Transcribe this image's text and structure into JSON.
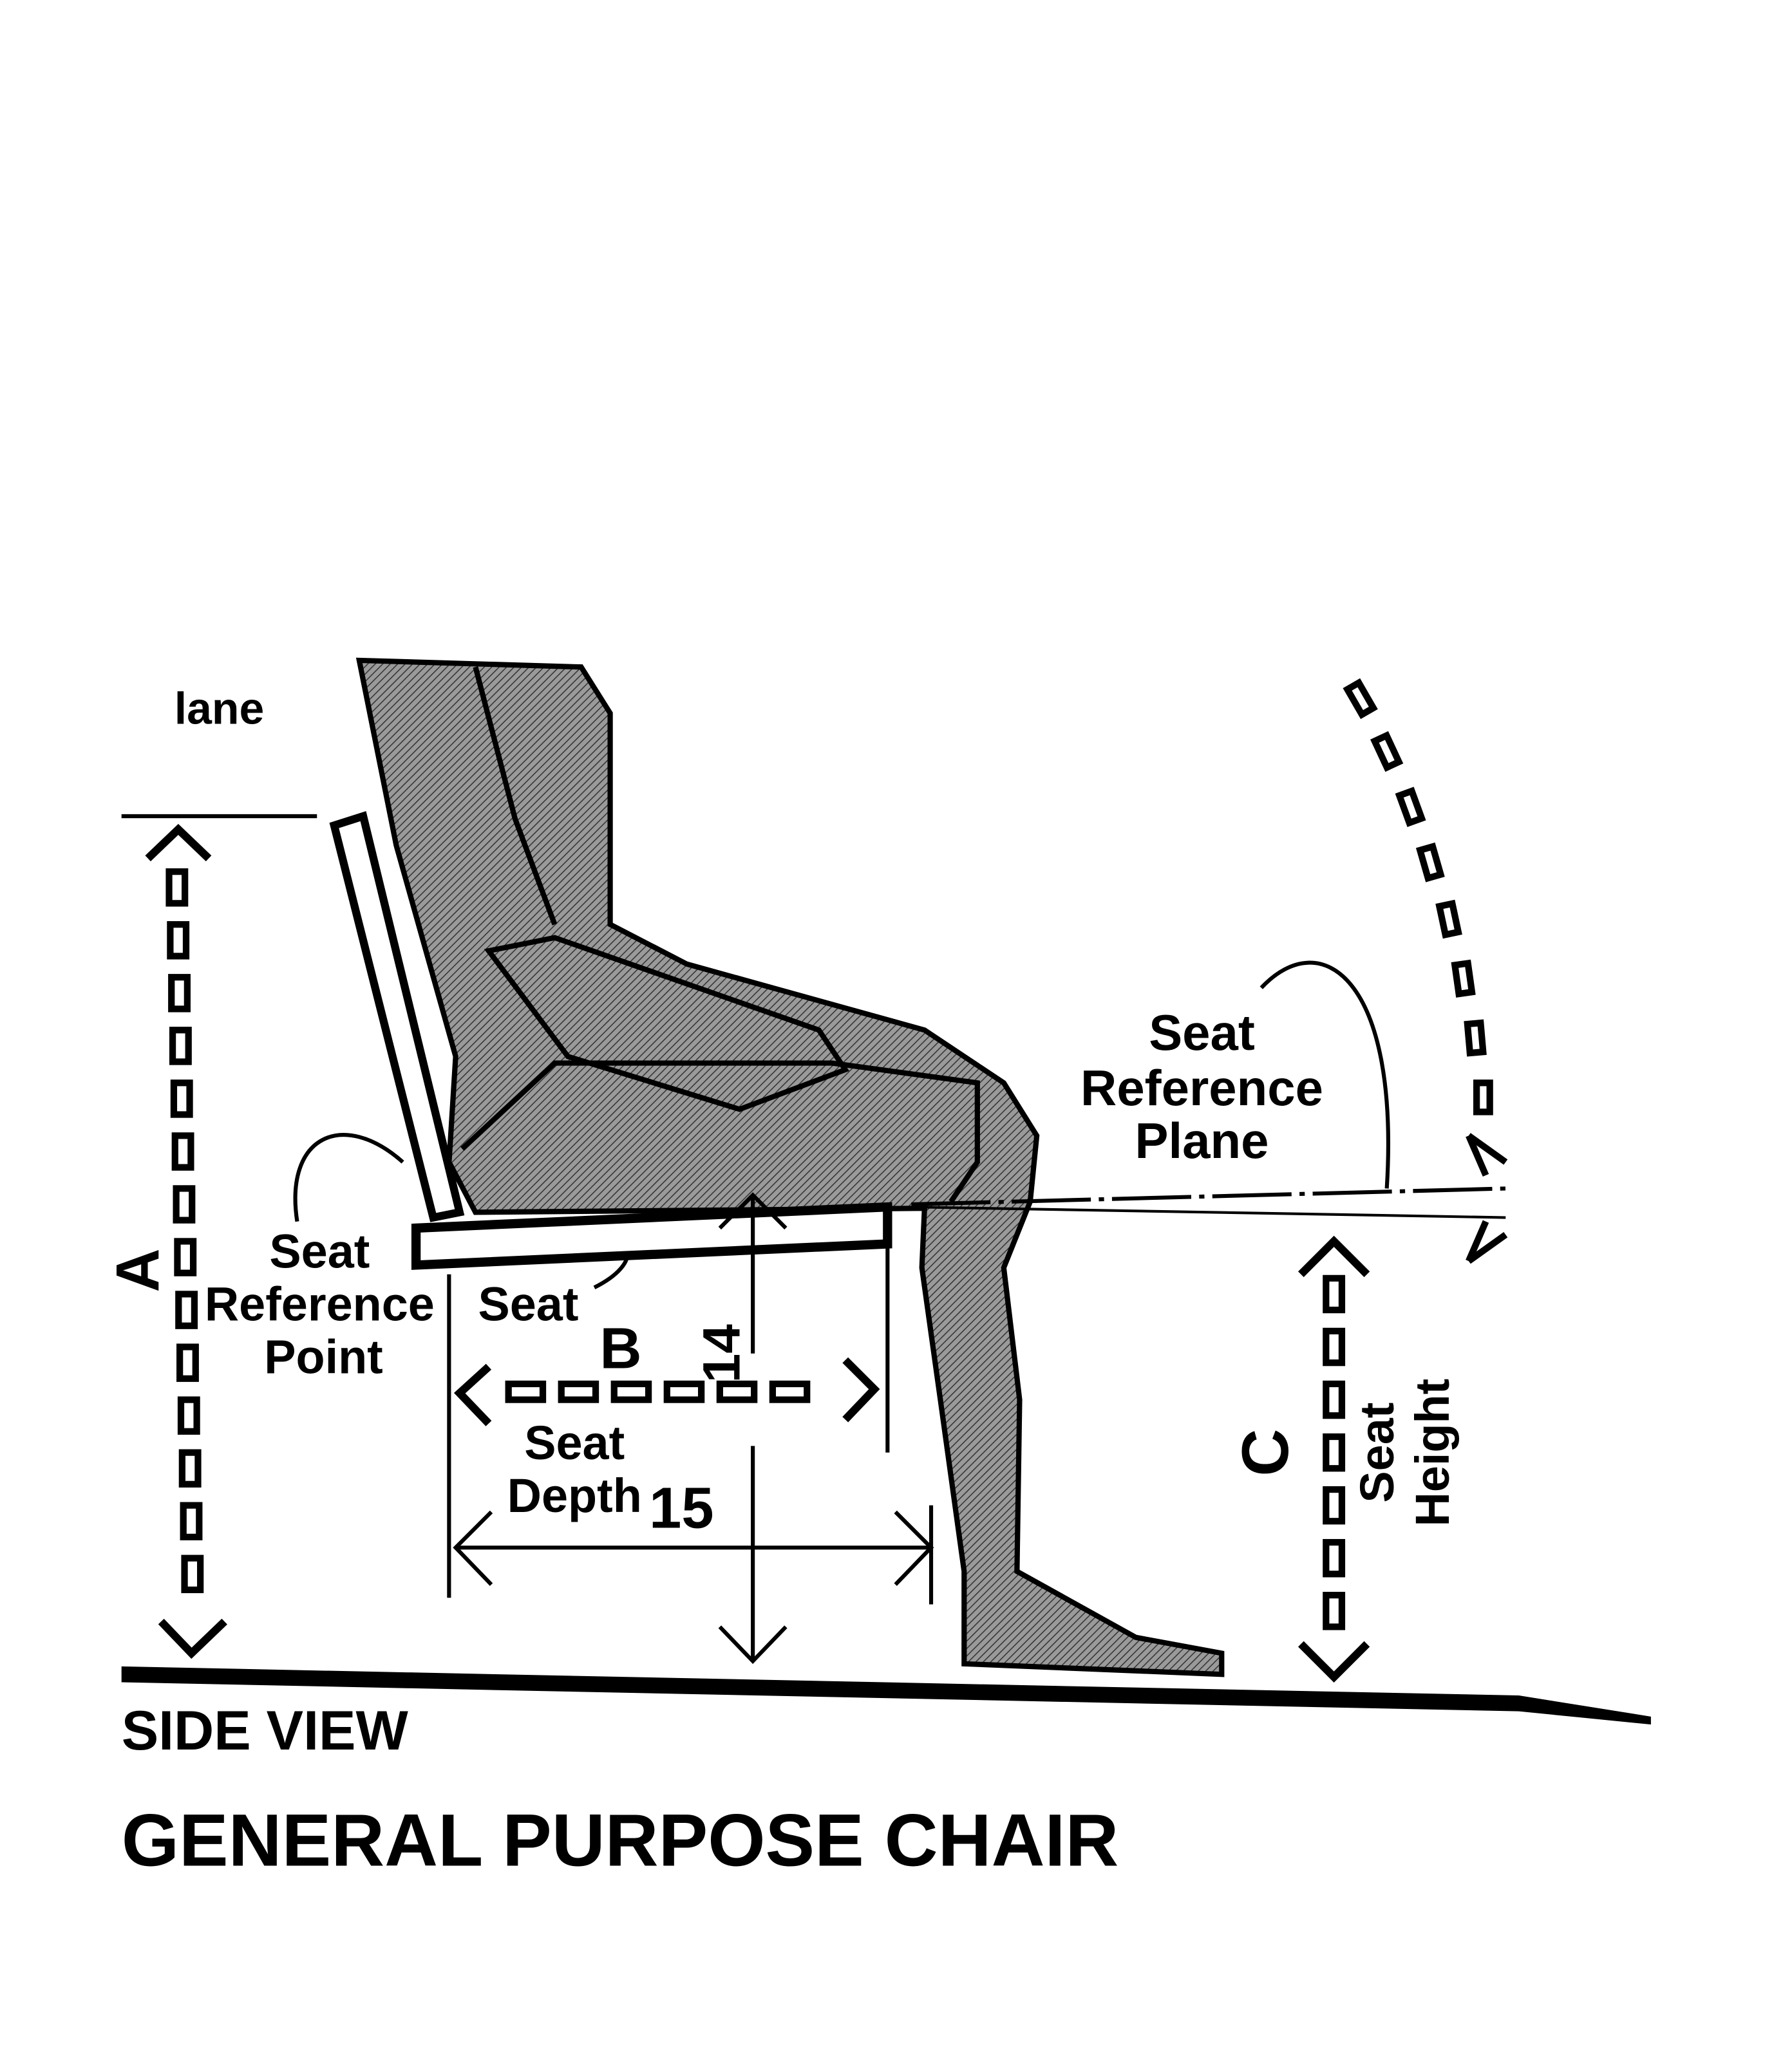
{
  "labels": {
    "plane_partial": "lane",
    "seat_reference_plane": [
      "Seat",
      "Reference",
      "Plane"
    ],
    "seat_reference_point": [
      "Seat",
      "Reference",
      "Point"
    ],
    "seat": "Seat",
    "dim_a": "A",
    "dim_b": "B",
    "dim_c": "C",
    "value_14": "14",
    "value_15": "15",
    "seat_depth": [
      "Seat",
      "Depth"
    ],
    "seat_height": [
      "Seat",
      "Height"
    ]
  },
  "captions": {
    "view": "SIDE VIEW",
    "title": "GENERAL PURPOSE CHAIR"
  },
  "colors": {
    "ink": "#000000",
    "paper": "#ffffff",
    "shade": "#7a7a7a"
  }
}
